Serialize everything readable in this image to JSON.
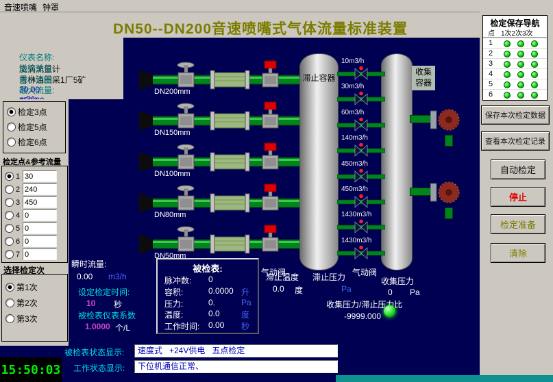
{
  "menu": {
    "item1": "音速喷嘴",
    "item2": "钟罩"
  },
  "title": "DN50--DN200音速喷嘴式气体流量标准装置",
  "info": {
    "name_label": "仪表名称:",
    "name_value": "旋涡流量计",
    "unit_label": "送检单位:",
    "unit_value": "吉林油田采1厂5矿",
    "min_label": "最小流量:",
    "min_value": "30.00",
    "min_unit": "m3/h",
    "max_label": "最大流量:",
    "max_value": "450.00",
    "max_unit": "m3/h"
  },
  "point_options": {
    "opt3": "检定3点",
    "opt5": "检定5点",
    "opt6": "检定6点"
  },
  "ref_flow": {
    "title": "检定点&参考流量",
    "rows": [
      {
        "num": "1",
        "value": "30"
      },
      {
        "num": "2",
        "value": "240"
      },
      {
        "num": "3",
        "value": "450"
      },
      {
        "num": "4",
        "value": "0"
      },
      {
        "num": "5",
        "value": "0"
      },
      {
        "num": "6",
        "value": "0"
      },
      {
        "num": "7",
        "value": "0"
      }
    ]
  },
  "times": {
    "title": "选择检定次",
    "opt1": "第1次",
    "opt2": "第2次",
    "opt3": "第3次"
  },
  "diagram": {
    "pipes": [
      {
        "label": "DN200mm"
      },
      {
        "label": "DN150mm"
      },
      {
        "label": "DN100mm"
      },
      {
        "label": "DN80mm"
      },
      {
        "label": "DN50mm"
      }
    ],
    "stagnation_vessel": "滞止容器",
    "collection_vessel": "收集容器",
    "branches": [
      {
        "flow": "10m3/h"
      },
      {
        "flow": "30m3/h"
      },
      {
        "flow": "60m3/h"
      },
      {
        "flow": "140m3/h"
      },
      {
        "flow": "450m3/h"
      },
      {
        "flow": "450m3/h"
      },
      {
        "flow": "1430m3/h"
      },
      {
        "flow": "1430m3/h"
      }
    ],
    "pneu_valve_left": "气动阀",
    "pneu_valve_right": "气动阀"
  },
  "nav": {
    "title": "检定保存导航",
    "col_point": "点",
    "col_times": "1次2次3次",
    "rows": [
      {
        "n": "1"
      },
      {
        "n": "2"
      },
      {
        "n": "3"
      },
      {
        "n": "4"
      },
      {
        "n": "5"
      },
      {
        "n": "6"
      }
    ]
  },
  "buttons": {
    "save": "保存本次检定数据",
    "view": "查看本次检定记录",
    "auto": "自动检定",
    "stop": "停止",
    "prepare": "检定准备",
    "clear": "清除"
  },
  "flow_display": {
    "label": "瞬时流量:",
    "value": "0.00",
    "unit": "m3/h",
    "set_time_label": "设定检定时间:",
    "set_time_value": "10",
    "set_time_unit": "秒",
    "coef_label": "被检表仪表系数",
    "coef_value": "1.0000",
    "coef_unit": "个/L"
  },
  "meter_panel": {
    "title": "被检表:",
    "pulse_label": "脉冲数:",
    "pulse_value": "0",
    "volume_label": "容积:",
    "volume_value": "0.0000",
    "volume_unit": "升",
    "pressure_label": "压力:",
    "pressure_value": "0.",
    "pressure_unit": "Pa",
    "temp_label": "温度:",
    "temp_value": "0.0",
    "temp_unit": "度",
    "work_label": "工作时间:",
    "work_value": "0.00",
    "work_unit": "秒"
  },
  "vessel_readings": {
    "stag_temp_label": "滞止温度",
    "stag_temp_value": "0.0",
    "stag_temp_unit": "度",
    "stag_press_label": "滞止压力",
    "stag_press_unit": "Pa",
    "col_press_label": "收集压力",
    "col_press_value": "0",
    "col_press_unit": "Pa",
    "ratio_label": "收集压力/滞止压力比",
    "ratio_value": "-9999.000"
  },
  "status": {
    "meter_label": "被检表状态显示:",
    "meter_value": "速度式   +24V供电   五点检定",
    "work_label": "工作状态显示:",
    "work_value": "下位机通信正常、",
    "clock": "15:50:03"
  }
}
